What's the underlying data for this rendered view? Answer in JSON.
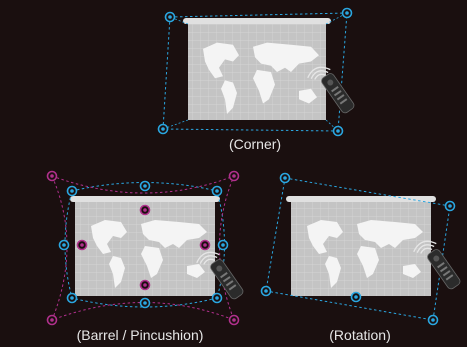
{
  "panels": {
    "corner": {
      "caption": "(Corner)"
    },
    "barrel": {
      "caption": "(Barrel / Pincushion)"
    },
    "rotation": {
      "caption": "(Rotation)"
    }
  },
  "colors": {
    "background": "#1a0f0f",
    "blue_handle": "#2aa6e0",
    "magenta_handle": "#b0308c",
    "screen_fill": "#cfcfcf",
    "map_land": "#f2f2f2"
  },
  "icons": [
    "projection-screen-icon",
    "world-map-icon",
    "remote-control-icon",
    "control-point-icon"
  ]
}
